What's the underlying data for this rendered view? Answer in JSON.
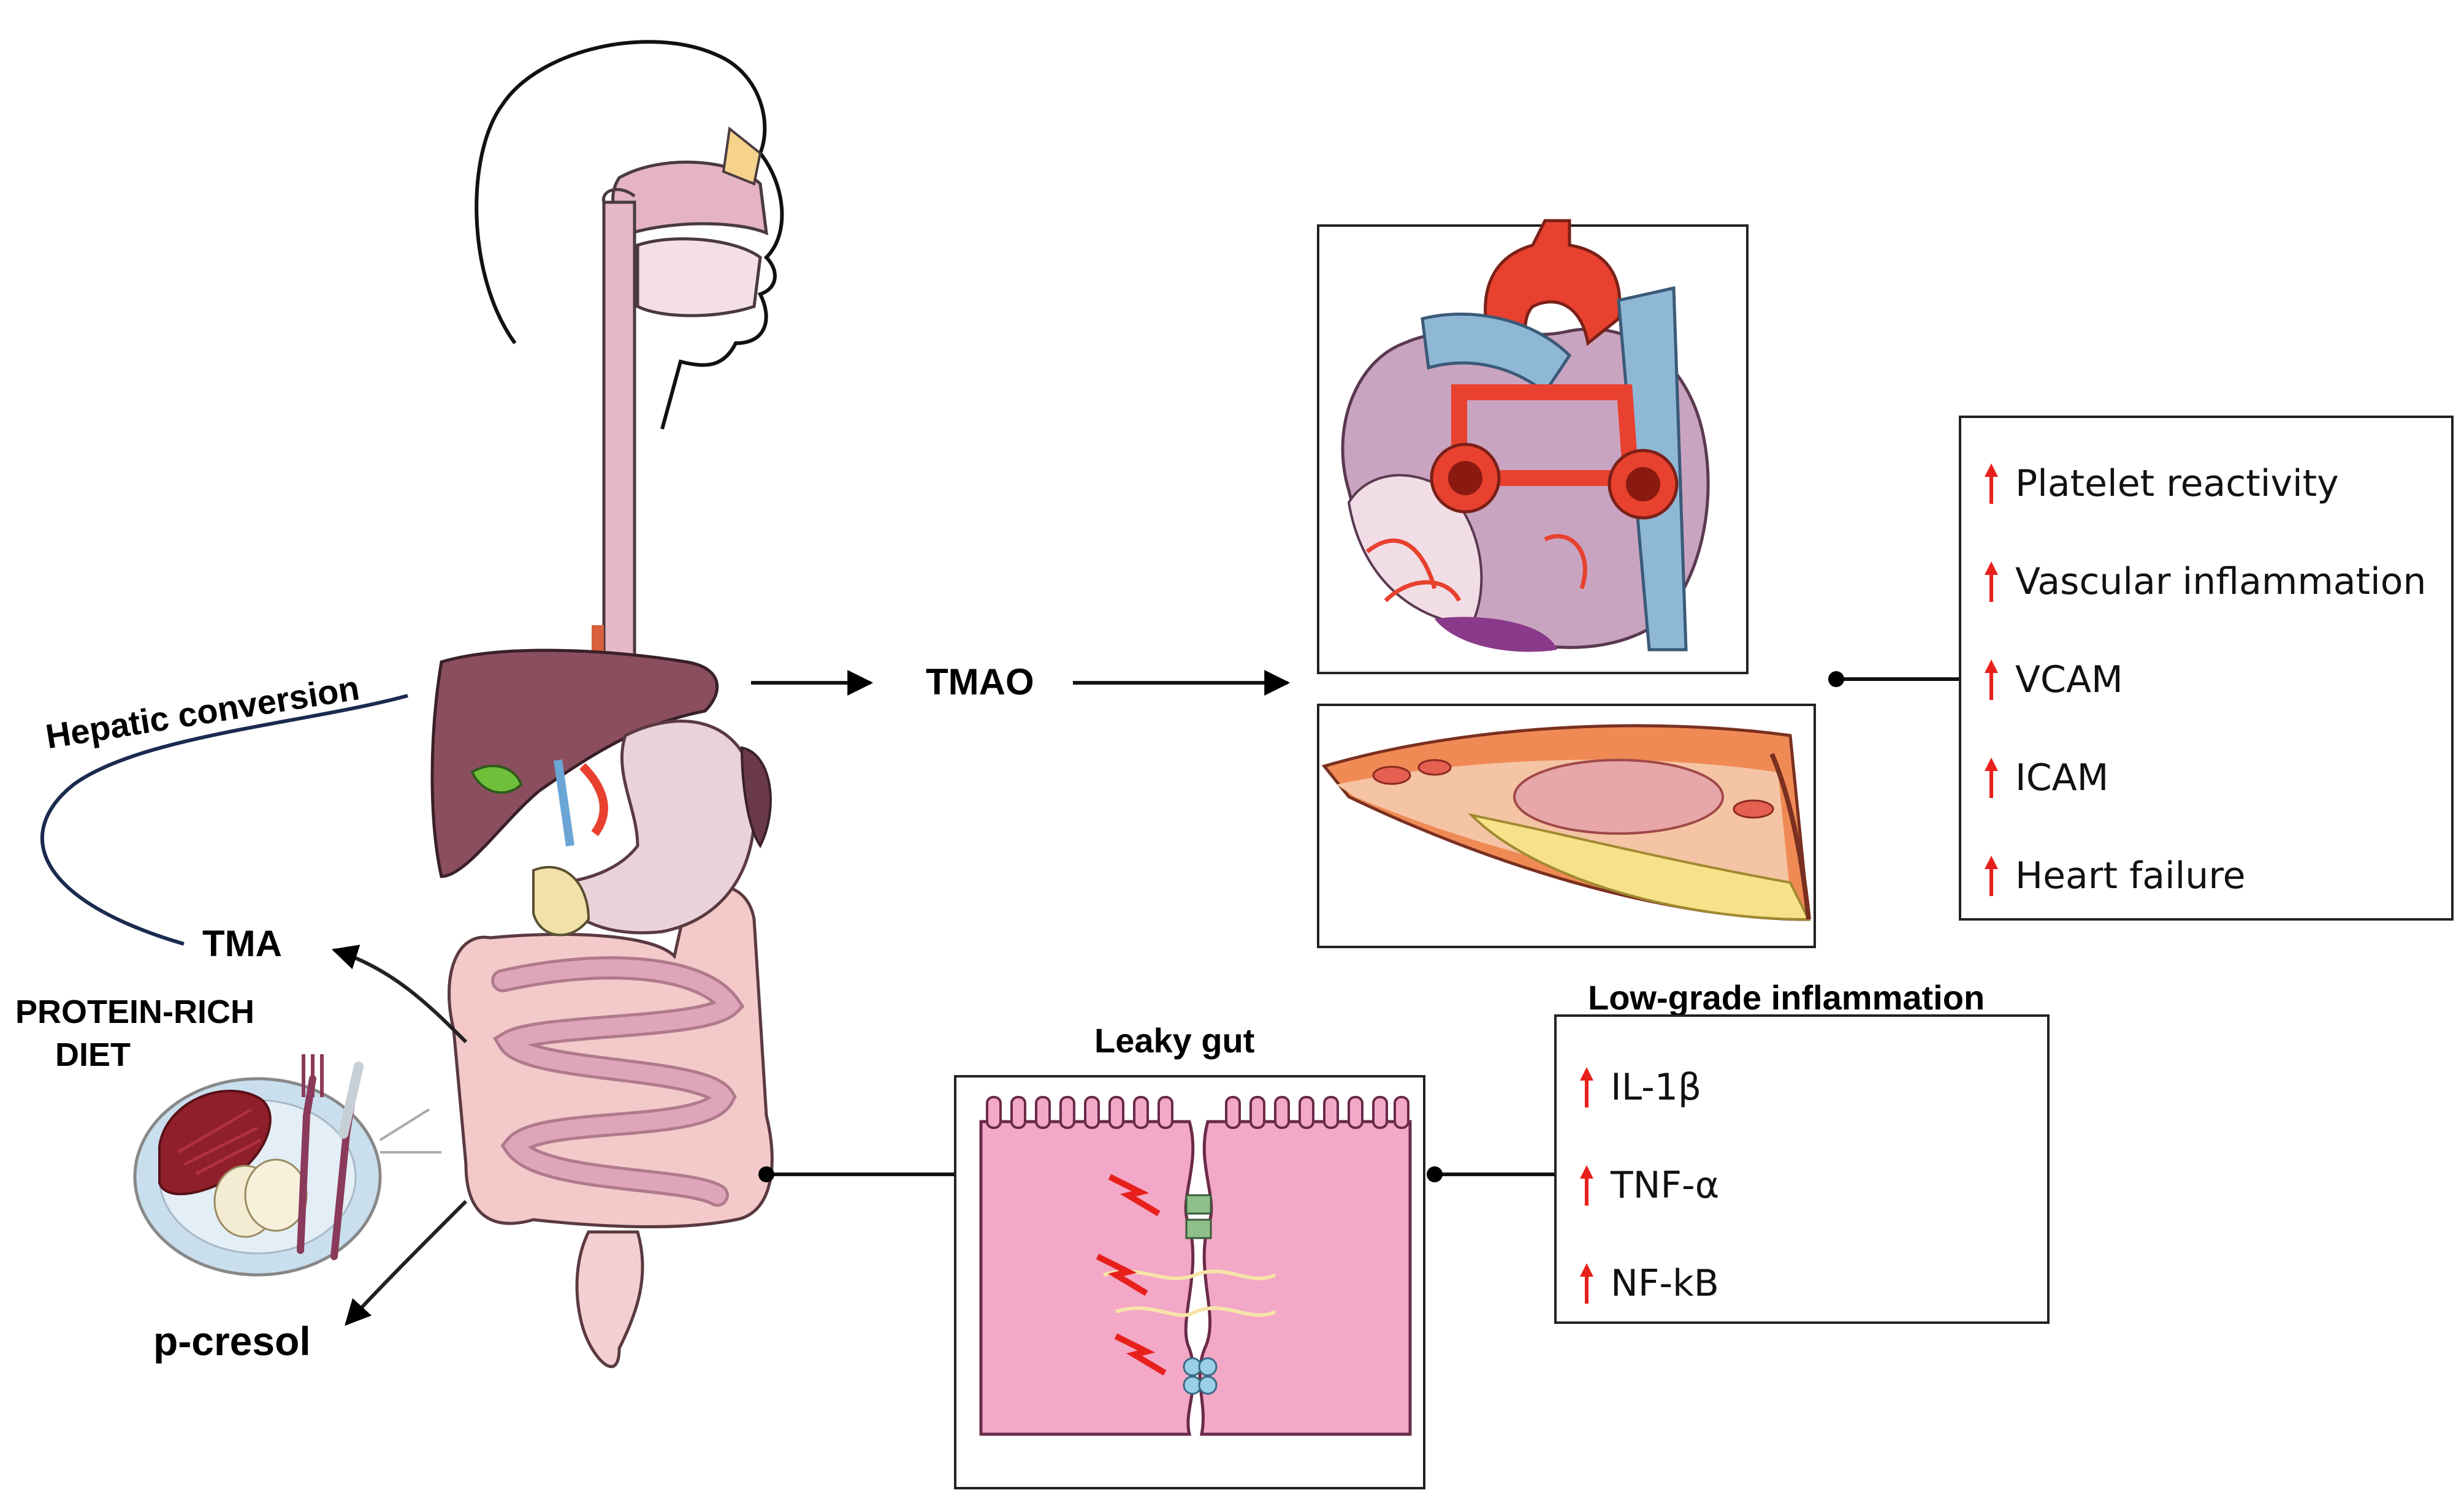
{
  "labels": {
    "hepatic": "Hepatic conversion",
    "tma": "TMA",
    "diet": [
      "PROTEIN-RICH",
      "DIET"
    ],
    "tmao": "TMAO",
    "pcresol": "p-cresol",
    "leaky_gut": "Leaky gut",
    "low_grade": "Low-grade inflammation"
  },
  "cardio_effects": [
    "Platelet reactivity",
    "Vascular inflammation",
    "VCAM",
    "ICAM",
    "Heart failure"
  ],
  "inflammation_markers": [
    "IL-1β",
    "TNF-α",
    "NF-kB"
  ],
  "icons": {
    "body": "digestive-system-icon",
    "heart": "heart-icon",
    "artery": "plaque-artery-icon",
    "gut": "intestinal-epithelium-icon",
    "plate": "protein-plate-icon",
    "increase": "red-up-arrow-icon"
  },
  "colors": {
    "increase_arrow": "#e8201c",
    "hepatic_curve": "#1a2a4f",
    "skin": "#e9b8c4",
    "liver": "#8a4e5f",
    "artery_red": "#e8412f",
    "vein_blue": "#8fb8d6"
  }
}
